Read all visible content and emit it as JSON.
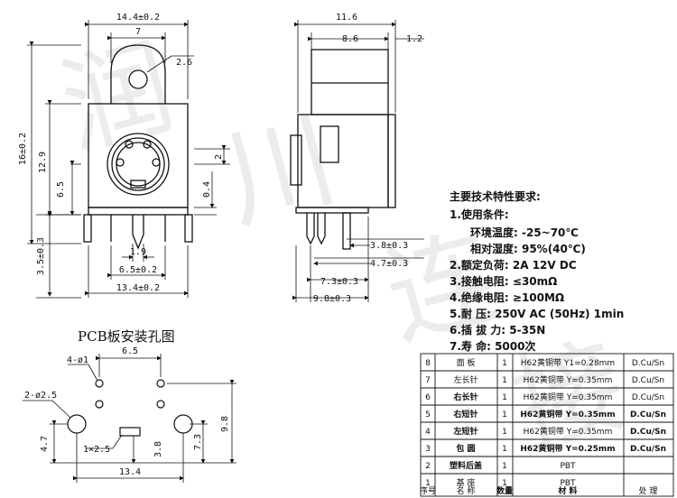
{
  "front_view": {
    "dims": {
      "total_width": "14.4±0.2",
      "top_tab": "7",
      "hole_dia": "2.6",
      "total_height": "16±0.2",
      "center_height": "12.9",
      "side_height": "6.5",
      "right_2": "2",
      "right_04": "0.4",
      "pin_19": "1.9",
      "pin_span": "6.5±0.2",
      "bottom_width": "13.4±0.2",
      "pin_len": "3.5±0.3"
    }
  },
  "side_view": {
    "dims": {
      "depth": "11.6",
      "d86": "8.6",
      "d12": "1.2",
      "d38": "3.8±0.3",
      "d47": "4.7±0.3",
      "d73": "7.3±0.3",
      "d98": "9.8±0.3"
    }
  },
  "specs": {
    "title": "主要技术特性要求:",
    "lines": [
      "1.使用条件:",
      "环境温度: -25~70℃",
      "相对湿度: 95%(40℃)",
      "2.额定负荷: 2A 12V DC",
      "3.接触电阻: ≤30mΩ",
      "4.绝缘电阻: ≥100MΩ",
      "5.耐   压: 250V AC (50Hz) 1min",
      "6.插 拔 力: 5-35N",
      "7.寿   命: 5000次"
    ]
  },
  "pcb": {
    "title": "PCB板安装孔图",
    "dims": {
      "holes4": "4-ø1",
      "d65": "6.5",
      "holes2": "2-ø2.5",
      "d47": "4.7",
      "slot": "1×2.5",
      "d38": "3.8",
      "d73": "7.3",
      "d98": "9.8",
      "d134": "13.4"
    }
  },
  "table": {
    "header": [
      "序号",
      "名  称",
      "数量",
      "材    料",
      "处  理"
    ],
    "rows": [
      [
        "8",
        "面  板",
        "1",
        "H62黄铜带 Y1=0.28mm",
        "D.Cu/Sn"
      ],
      [
        "7",
        "左长针",
        "1",
        "H62黄铜带 Y=0.35mm",
        "D.Cu/Sn"
      ],
      [
        "6",
        "右长针",
        "1",
        "H62黄铜带 Y=0.35mm",
        "D.Cu/Sn"
      ],
      [
        "5",
        "右短针",
        "1",
        "H62黄铜带 Y=0.35mm",
        "D.Cu/Sn"
      ],
      [
        "4",
        "左短针",
        "1",
        "H62黄铜带 Y=0.35mm",
        "D.Cu/Sn"
      ],
      [
        "3",
        "包  圆",
        "1",
        "H62黄铜带 Y=0.25mm",
        "D.Cu/Sn"
      ],
      [
        "2",
        "塑料后盖",
        "1",
        "PBT",
        ""
      ],
      [
        "1",
        "基  座",
        "1",
        "PBT",
        ""
      ]
    ]
  },
  "watermark": [
    "润",
    "川",
    "连",
    "接"
  ]
}
